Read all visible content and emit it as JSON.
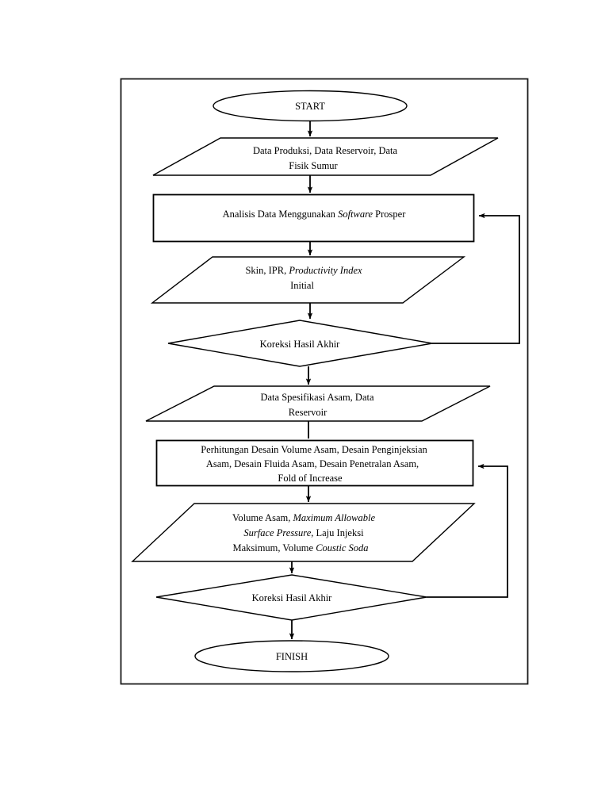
{
  "diagram": {
    "title": "Flowchart Diagram",
    "colors": {
      "background": "#ffffff",
      "stroke": "#000000",
      "frame": "#1a1a1a"
    },
    "nodes": {
      "start": {
        "type": "terminator",
        "label": "START"
      },
      "input_data_produksi": {
        "type": "data",
        "line1": "Data Produksi, Data Reservoir, Data",
        "line2": "Fisik Sumur"
      },
      "process_analisis": {
        "type": "process",
        "line1_a": "Analisis Data Menggunakan ",
        "line1_italic": "Software",
        "line1_b": " Prosper"
      },
      "output_skin": {
        "type": "data",
        "line1_a": "Skin, IPR, ",
        "line1_italic": "Productivity Index",
        "line2_italic": "Initial"
      },
      "decision_koreksi_1": {
        "type": "decision",
        "label": "Koreksi Hasil Akhir"
      },
      "input_spesifikasi": {
        "type": "data",
        "line1": "Data Spesifikasi Asam, Data",
        "line2": "Reservoir"
      },
      "process_perhitungan": {
        "type": "process",
        "line1": "Perhitungan Desain Volume Asam, Desain Penginjeksian",
        "line2": "Asam, Desain Fluida Asam, Desain Penetralan Asam,",
        "line3_italic": "Fold of Increase"
      },
      "output_volume": {
        "type": "data",
        "line1_a": "Volume Asam, ",
        "line1_italic": "Maximum Allowable",
        "line2_italic": "Surface Pressure",
        "line2_b": ", Laju Injeksi",
        "line3_a": "Maksimum, Volume ",
        "line3_italic": "Coustic Soda"
      },
      "decision_koreksi_2": {
        "type": "decision",
        "label": "Koreksi Hasil Akhir"
      },
      "finish": {
        "type": "terminator",
        "label": "FINISH"
      }
    },
    "connectors": [
      {
        "name": "start-to-input1",
        "from": "start",
        "to": "input_data_produksi",
        "arrow": true
      },
      {
        "name": "input1-to-process1",
        "from": "input_data_produksi",
        "to": "process_analisis",
        "arrow": true
      },
      {
        "name": "process1-to-output1",
        "from": "process_analisis",
        "to": "output_skin",
        "arrow": true
      },
      {
        "name": "output1-to-decision1",
        "from": "output_skin",
        "to": "decision_koreksi_1",
        "arrow": true
      },
      {
        "name": "decision1-to-input2",
        "from": "decision_koreksi_1",
        "to": "input_spesifikasi",
        "arrow": true
      },
      {
        "name": "feedback-loop-1",
        "from": "decision_koreksi_1",
        "to": "process_analisis",
        "arrow": true
      },
      {
        "name": "input2-to-process2",
        "from": "input_spesifikasi",
        "to": "process_perhitungan",
        "arrow": true
      },
      {
        "name": "process2-to-output2",
        "from": "process_perhitungan",
        "to": "output_volume",
        "arrow": true
      },
      {
        "name": "output2-to-decision2",
        "from": "output_volume",
        "to": "decision_koreksi_2",
        "arrow": true
      },
      {
        "name": "feedback-loop-2",
        "from": "decision_koreksi_2",
        "to": "process_perhitungan",
        "arrow": true
      },
      {
        "name": "decision2-to-finish",
        "from": "decision_koreksi_2",
        "to": "finish",
        "arrow": true
      }
    ]
  }
}
